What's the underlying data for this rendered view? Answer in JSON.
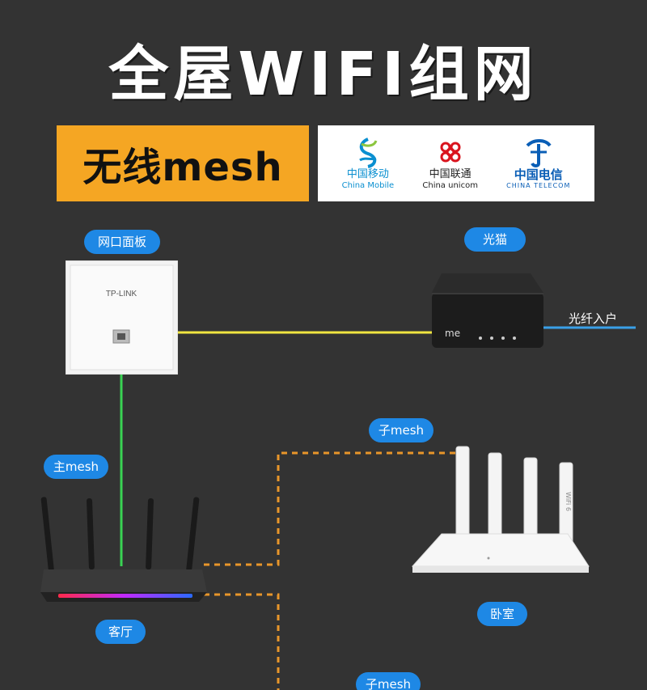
{
  "title": "全屋WIFI组网",
  "subtitle": "无线mesh",
  "carriers": [
    {
      "name_cn": "中国移动",
      "name_en": "China Mobile",
      "icon": "china-mobile-logo"
    },
    {
      "name_cn": "中国联通",
      "name_en": "China unicom",
      "icon": "china-unicom-logo"
    },
    {
      "name_cn": "中国电信",
      "name_en": "CHINA TELECOM",
      "icon": "china-telecom-logo"
    }
  ],
  "labels": {
    "panel": "网口面板",
    "modem": "光猫",
    "fiber": "光纤入户",
    "main_mesh": "主mesh",
    "sub_mesh_1": "子mesh",
    "sub_mesh_2": "子mesh",
    "living_room": "客厅",
    "bedroom": "卧室"
  },
  "device_text": {
    "panel_brand": "TP-LINK",
    "modem_brand": "me",
    "router_badge": "WiFi 6"
  },
  "colors": {
    "background": "#333333",
    "pill": "#1e88e5",
    "subtitle_bg": "#f5a623",
    "wire_yellow": "#f0e640",
    "wire_green": "#39d353",
    "wire_orange_dashed": "#e8962a",
    "wire_fiber": "#3aa0e8"
  }
}
